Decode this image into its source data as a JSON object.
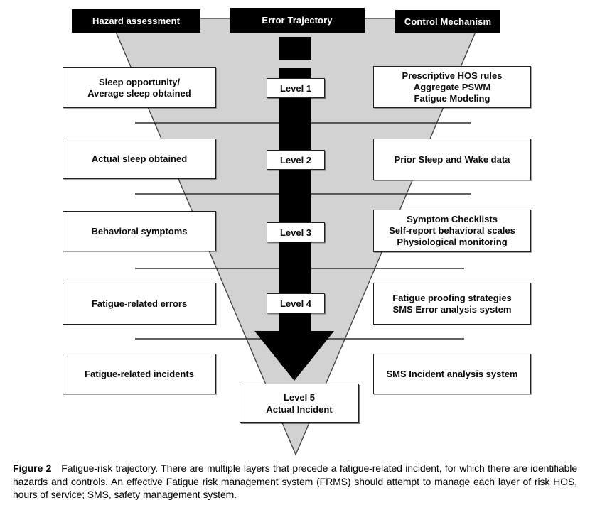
{
  "colors": {
    "triangle_fill": "#d2d2d2",
    "triangle_stroke": "#3c3c3c",
    "separator_line": "#2e2e2e",
    "arrow": "#000000",
    "header_bg": "#000000",
    "header_text": "#ffffff",
    "box_bg": "#ffffff",
    "box_border": "#1f1f1f",
    "text": "#0a0a0a"
  },
  "headers": {
    "hazard": "Hazard assessment",
    "trajectory": "Error Trajectory",
    "control": "Control Mechanism"
  },
  "levels": [
    "Level 1",
    "Level 2",
    "Level 3",
    "Level 4"
  ],
  "level5": {
    "line1": "Level 5",
    "line2": "Actual Incident"
  },
  "hazards": [
    {
      "lines": [
        "Sleep opportunity/",
        "Average sleep obtained"
      ]
    },
    {
      "lines": [
        "Actual sleep obtained"
      ]
    },
    {
      "lines": [
        "Behavioral symptoms"
      ]
    },
    {
      "lines": [
        "Fatigue-related errors"
      ]
    },
    {
      "lines": [
        "Fatigue-related incidents"
      ]
    }
  ],
  "controls": [
    {
      "lines": [
        "Prescriptive HOS rules",
        "Aggregate PSWM",
        "Fatigue Modeling"
      ]
    },
    {
      "lines": [
        "Prior Sleep and Wake data"
      ]
    },
    {
      "lines": [
        "Symptom Checklists",
        "Self-report behavioral scales",
        "Physiological monitoring"
      ]
    },
    {
      "lines": [
        "Fatigue proofing strategies",
        "SMS Error analysis system"
      ]
    },
    {
      "lines": [
        "SMS Incident analysis system"
      ]
    }
  ],
  "caption": {
    "label": "Figure 2",
    "text": "Fatigue-risk trajectory. There are multiple layers that precede a fatigue-related incident, for which there are identifiable hazards and controls. An effective Fatigue risk management system (FRMS) should attempt to manage each layer of risk HOS, hours of service; SMS, safety management system."
  }
}
